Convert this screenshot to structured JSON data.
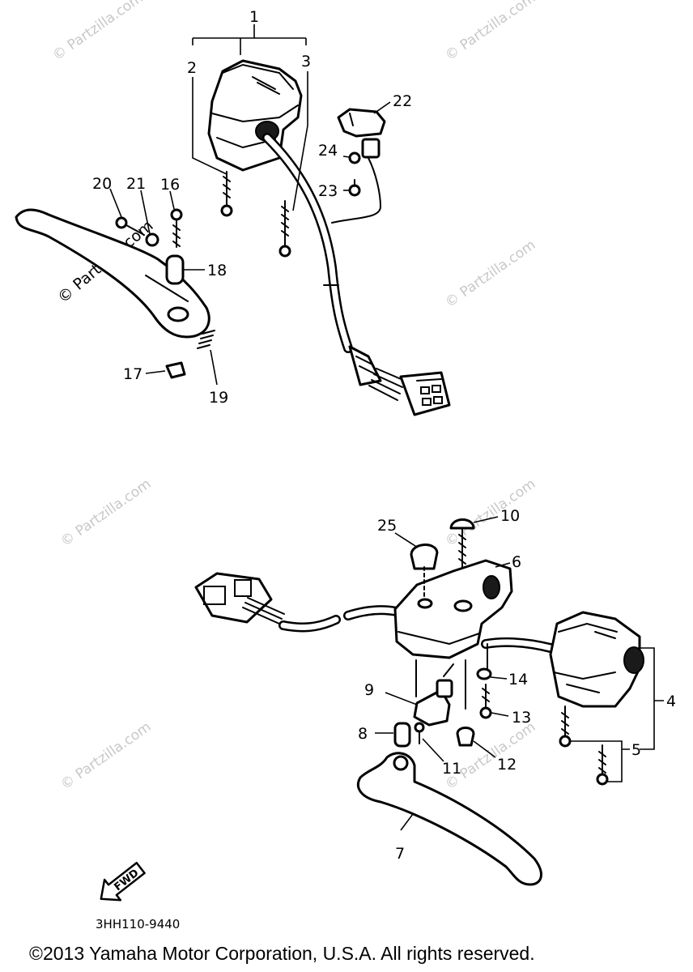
{
  "callouts": {
    "c1": "1",
    "c2": "2",
    "c3": "3",
    "c4": "4",
    "c5": "5",
    "c6": "6",
    "c7": "7",
    "c8": "8",
    "c9": "9",
    "c10": "10",
    "c11": "11",
    "c12": "12",
    "c13": "13",
    "c14": "14",
    "c16": "16",
    "c17": "17",
    "c18": "18",
    "c19": "19",
    "c20": "20",
    "c21": "21",
    "c22": "22",
    "c23": "23",
    "c24": "24",
    "c25": "25"
  },
  "watermark": "© Partzilla.com",
  "arrow_text": "FWD",
  "diagram_code": "3HH110-9440",
  "copyright": "©2013  Yamaha Motor Corporation, U.S.A. All rights reserved."
}
